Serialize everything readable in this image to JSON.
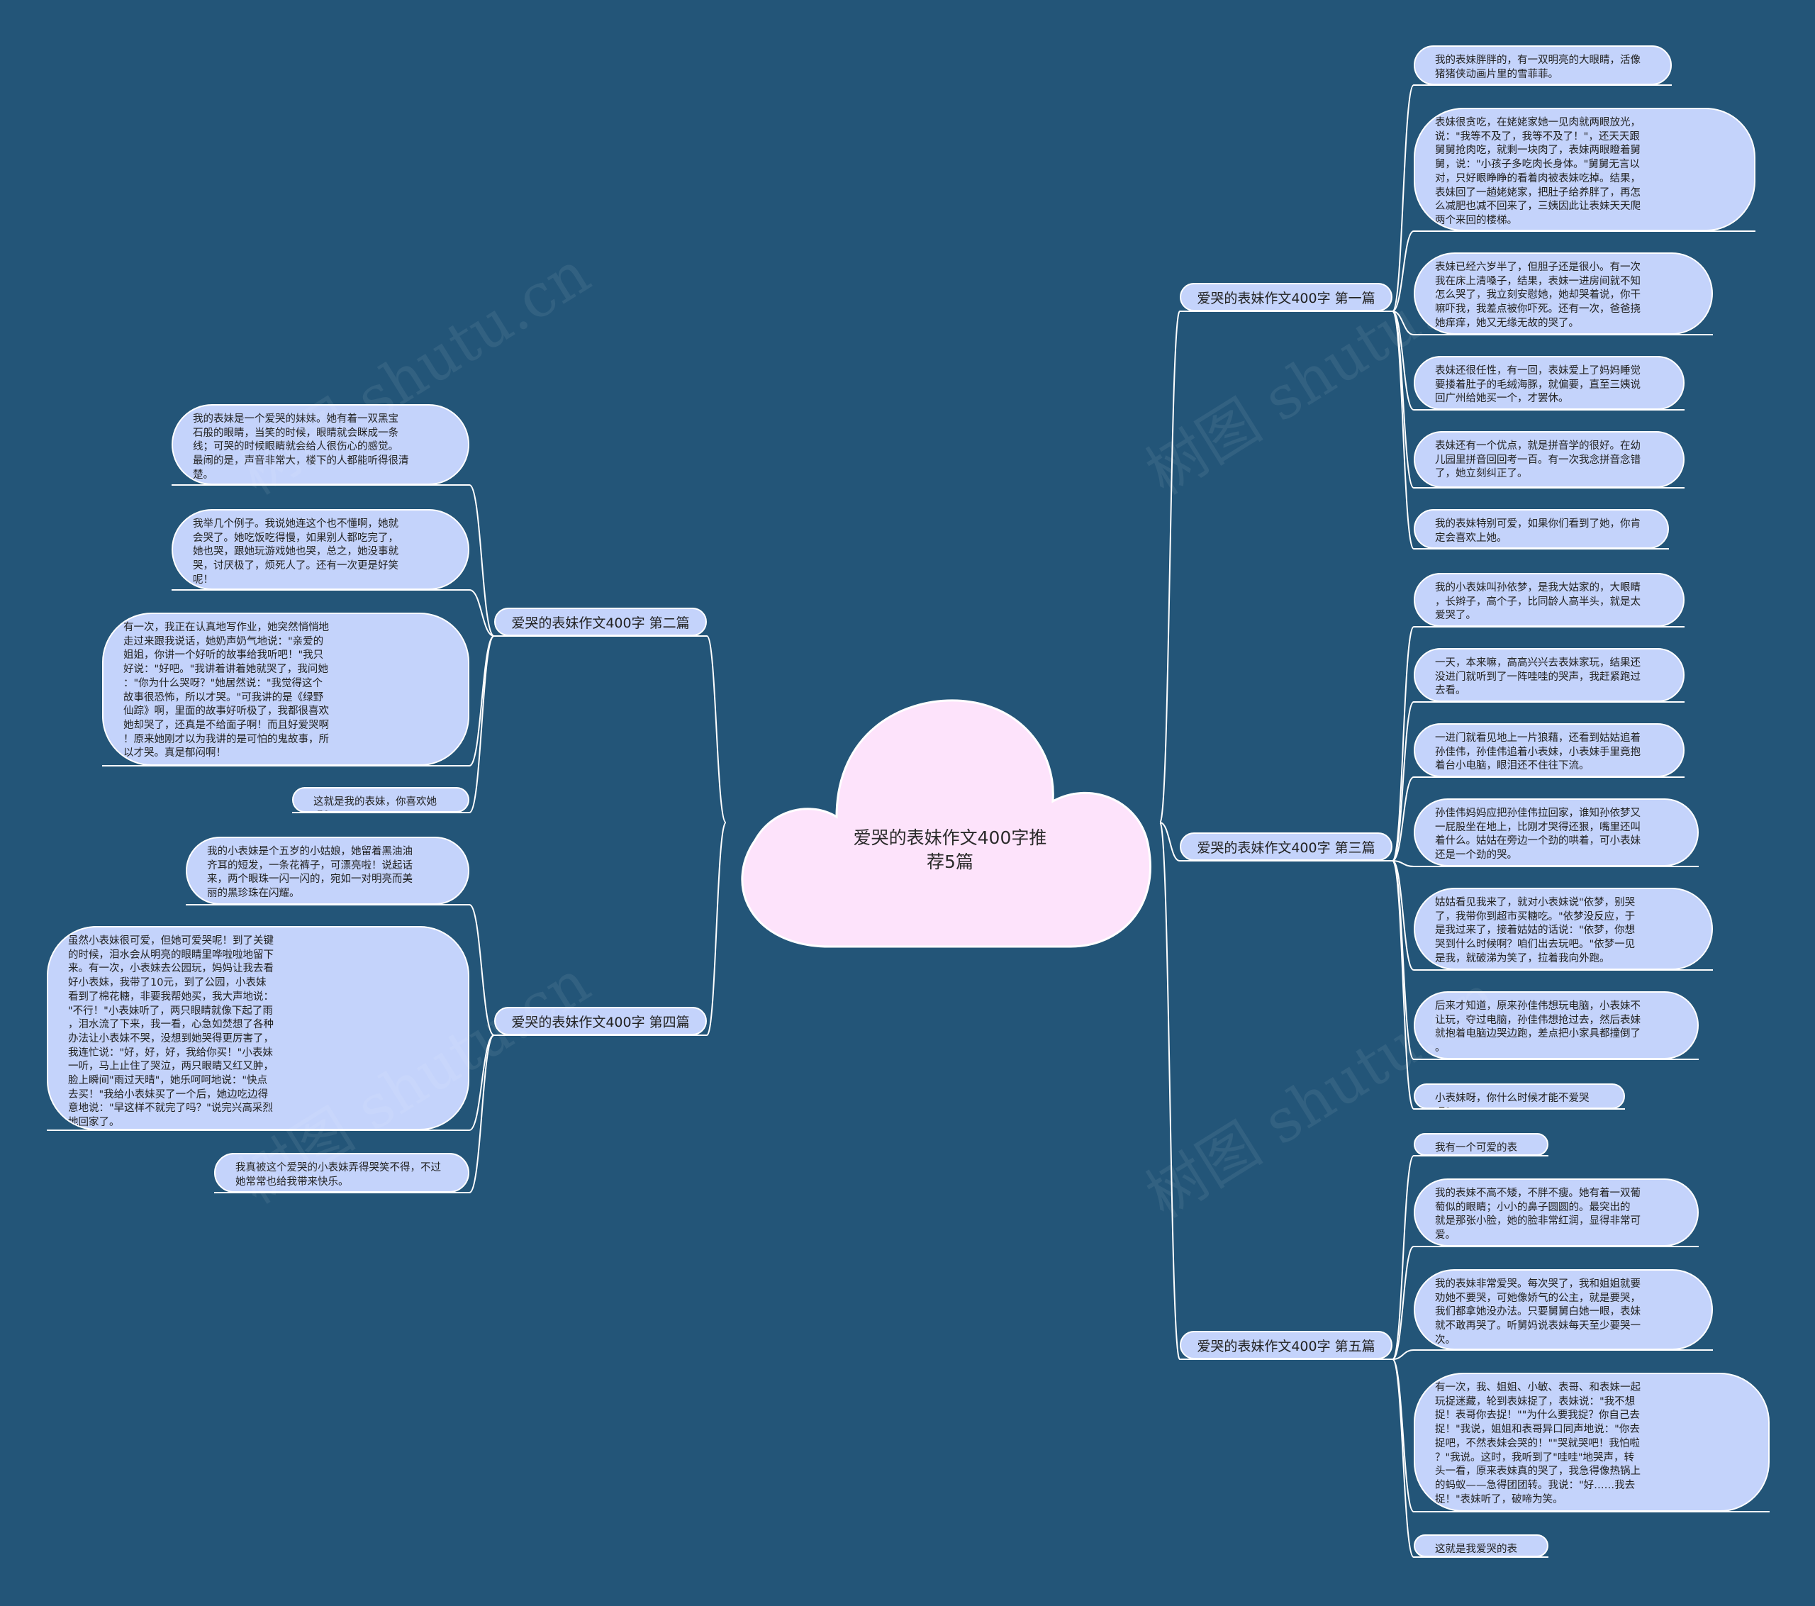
{
  "center": {
    "title": "爱哭的表妹作文400字推\n荐5篇"
  },
  "branches": [
    {
      "label": "爱哭的表妹作文400字 第一篇",
      "leaves": [
        "我的表妹胖胖的，有一双明亮的大眼睛，活像\n猪猪侠动画片里的雪菲菲。",
        "表妹很贪吃，在姥姥家她一见肉就两眼放光，\n说：\"我等不及了，我等不及了！\"，还天天跟\n舅舅抢肉吃，就剩一块肉了，表妹两眼瞪着舅\n舅，说：\"小孩子多吃肉长身体。\"舅舅无言以\n对，只好眼睁睁的看着肉被表妹吃掉。结果，\n表妹回了一趟姥姥家，把肚子给养胖了，再怎\n么减肥也减不回来了，三姨因此让表妹天天爬\n两个来回的楼梯。",
        "表妹已经六岁半了，但胆子还是很小。有一次\n我在床上清嗓子，结果，表妹一进房间就不知\n怎么哭了，我立刻安慰她，她却哭着说，你干\n嘛吓我，我差点被你吓死。还有一次，爸爸挠\n她痒痒，她又无缘无故的哭了。",
        "表妹还很任性，有一回，表妹爱上了妈妈睡觉\n要搂着肚子的毛绒海豚，就偏要，直至三姨说\n回广州给她买一个，才罢休。",
        "表妹还有一个优点，就是拼音学的很好。在幼\n儿园里拼音回回考一百。有一次我念拼音念错\n了，她立刻纠正了。",
        "我的表妹特别可爱，如果你们看到了她，你肯\n定会喜欢上她。"
      ]
    },
    {
      "label": "爱哭的表妹作文400字 第二篇",
      "leaves": [
        "我的表妹是一个爱哭的妹妹。她有着一双黑宝\n石般的眼睛，当笑的时候，眼睛就会眯成一条\n线；可哭的时候眼睛就会给人很伤心的感觉。\n最闹的是，声音非常大，楼下的人都能听得很清\n楚。",
        "我举几个例子。我说她连这个也不懂啊，她就\n会哭了。她吃饭吃得慢，如果别人都吃完了，\n她也哭，跟她玩游戏她也哭，总之，她没事就\n哭，讨厌极了，烦死人了。还有一次更是好笑\n呢！",
        "有一次，我正在认真地写作业，她突然悄悄地\n走过来跟我说话，她奶声奶气地说：\"亲爱的\n姐姐，你讲一个好听的故事给我听吧！\"我只\n好说：\"好吧。\"我讲着讲着她就哭了，我问她\n：\"你为什么哭呀？\"她居然说：\"我觉得这个\n故事很恐怖，所以才哭。\"可我讲的是《绿野\n仙踪》啊，里面的故事好听极了，我都很喜欢\n她却哭了，还真是不给面子啊！而且好爱哭啊\n！原来她刚才以为我讲的是可怕的鬼故事，所\n以才哭。真是郁闷啊！",
        "这就是我的表妹，你喜欢她吗？"
      ]
    },
    {
      "label": "爱哭的表妹作文400字 第三篇",
      "leaves": [
        "我的小表妹叫孙依梦，是我大姑家的，大眼睛\n，长辫子，高个子，比同龄人高半头，就是太\n爱哭了。",
        "一天，本来嘛，高高兴兴去表妹家玩，结果还\n没进门就听到了一阵哇哇的哭声，我赶紧跑过\n去看。",
        "一进门就看见地上一片狼藉，还看到姑姑追着\n孙佳伟，孙佳伟追着小表妹，小表妹手里竟抱\n着台小电脑，眼泪还不住往下流。",
        "孙佳伟妈妈应把孙佳伟拉回家，谁知孙依梦又\n一屁股坐在地上，比刚才哭得还狠，嘴里还叫\n着什么。姑姑在旁边一个劲的哄着，可小表妹\n还是一个劲的哭。",
        "姑姑看见我来了，就对小表妹说\"依梦，别哭\n了，我带你到超市买糖吃。\"依梦没反应，于\n是我过来了，接着姑姑的话说：\"依梦，你想\n哭到什么时候啊？咱们出去玩吧。\"依梦一见\n是我，就破涕为笑了，拉着我向外跑。",
        "后来才知道，原来孙佳伟想玩电脑，小表妹不\n让玩，夺过电脑，孙佳伟想抢过去，然后表妹\n就抱着电脑边哭边跑，差点把小家具都撞倒了\n。",
        "小表妹呀，你什么时候才能不爱哭呢？"
      ]
    },
    {
      "label": "爱哭的表妹作文400字 第四篇",
      "leaves": [
        "我的小表妹是个五岁的小姑娘，她留着黑油油\n齐耳的短发，一条花裤子，可漂亮啦！说起话\n来，两个眼珠一闪一闪的，宛如一对明亮而美\n丽的黑珍珠在闪耀。",
        "虽然小表妹很可爱，但她可爱哭呢！到了关键\n的时候，泪水会从明亮的眼睛里哗啦啦地留下\n来。有一次，小表妹去公园玩，妈妈让我去看\n好小表妹，我带了10元，到了公园，小表妹\n看到了棉花糖，非要我帮她买，我大声地说：\n\"不行！\"小表妹听了，两只眼睛就像下起了雨\n，泪水流了下来，我一看，心急如焚想了各种\n办法让小表妹不哭，没想到她哭得更厉害了，\n我连忙说：\"好，好，好，我给你买！\"小表妹\n一听，马上止住了哭泣，两只眼睛又红又肿，\n脸上瞬间\"雨过天晴\"，她乐呵呵地说：\"快点\n去买！\"我给小表妹买了一个后，她边吃边得\n意地说：\"早这样不就完了吗？\"说完兴高采烈\n地回家了。",
        "我真被这个爱哭的小表妹弄得哭笑不得，不过\n她常常也给我带来快乐。"
      ]
    },
    {
      "label": "爱哭的表妹作文400字 第五篇",
      "leaves": [
        "我有一个可爱的表妹。",
        "我的表妹不高不矮，不胖不瘦。她有着一双葡\n萄似的眼睛；小小的鼻子圆圆的。最突出的\n就是那张小脸，她的脸非常红润，显得非常可\n爱。",
        "我的表妹非常爱哭。每次哭了，我和姐姐就要\n劝她不要哭，可她像娇气的公主，就是要哭，\n我们都拿她没办法。只要舅舅白她一眼，表妹\n就不敢再哭了。听舅妈说表妹每天至少要哭一\n次。",
        "有一次，我、姐姐、小敏、表哥、和表妹一起\n玩捉迷藏，轮到表妹捉了，表妹说：\"我不想\n捉！表哥你去捉！\"\"为什么要我捉？你自己去\n捉！\"我说，姐姐和表哥异口同声地说：\"你去\n捉吧，不然表妹会哭的！\"\"哭就哭吧！我怕啦\n？\"我说。这时，我听到了\"哇哇\"地哭声，转\n头一看，原来表妹真的哭了，我急得像热锅上\n的蚂蚁——急得团团转。我说：\"好……我去\n捉！\"表妹听了，破啼为笑。",
        "这就是我爱哭的表妹。"
      ]
    }
  ],
  "watermark": "树图 shutu.cn"
}
